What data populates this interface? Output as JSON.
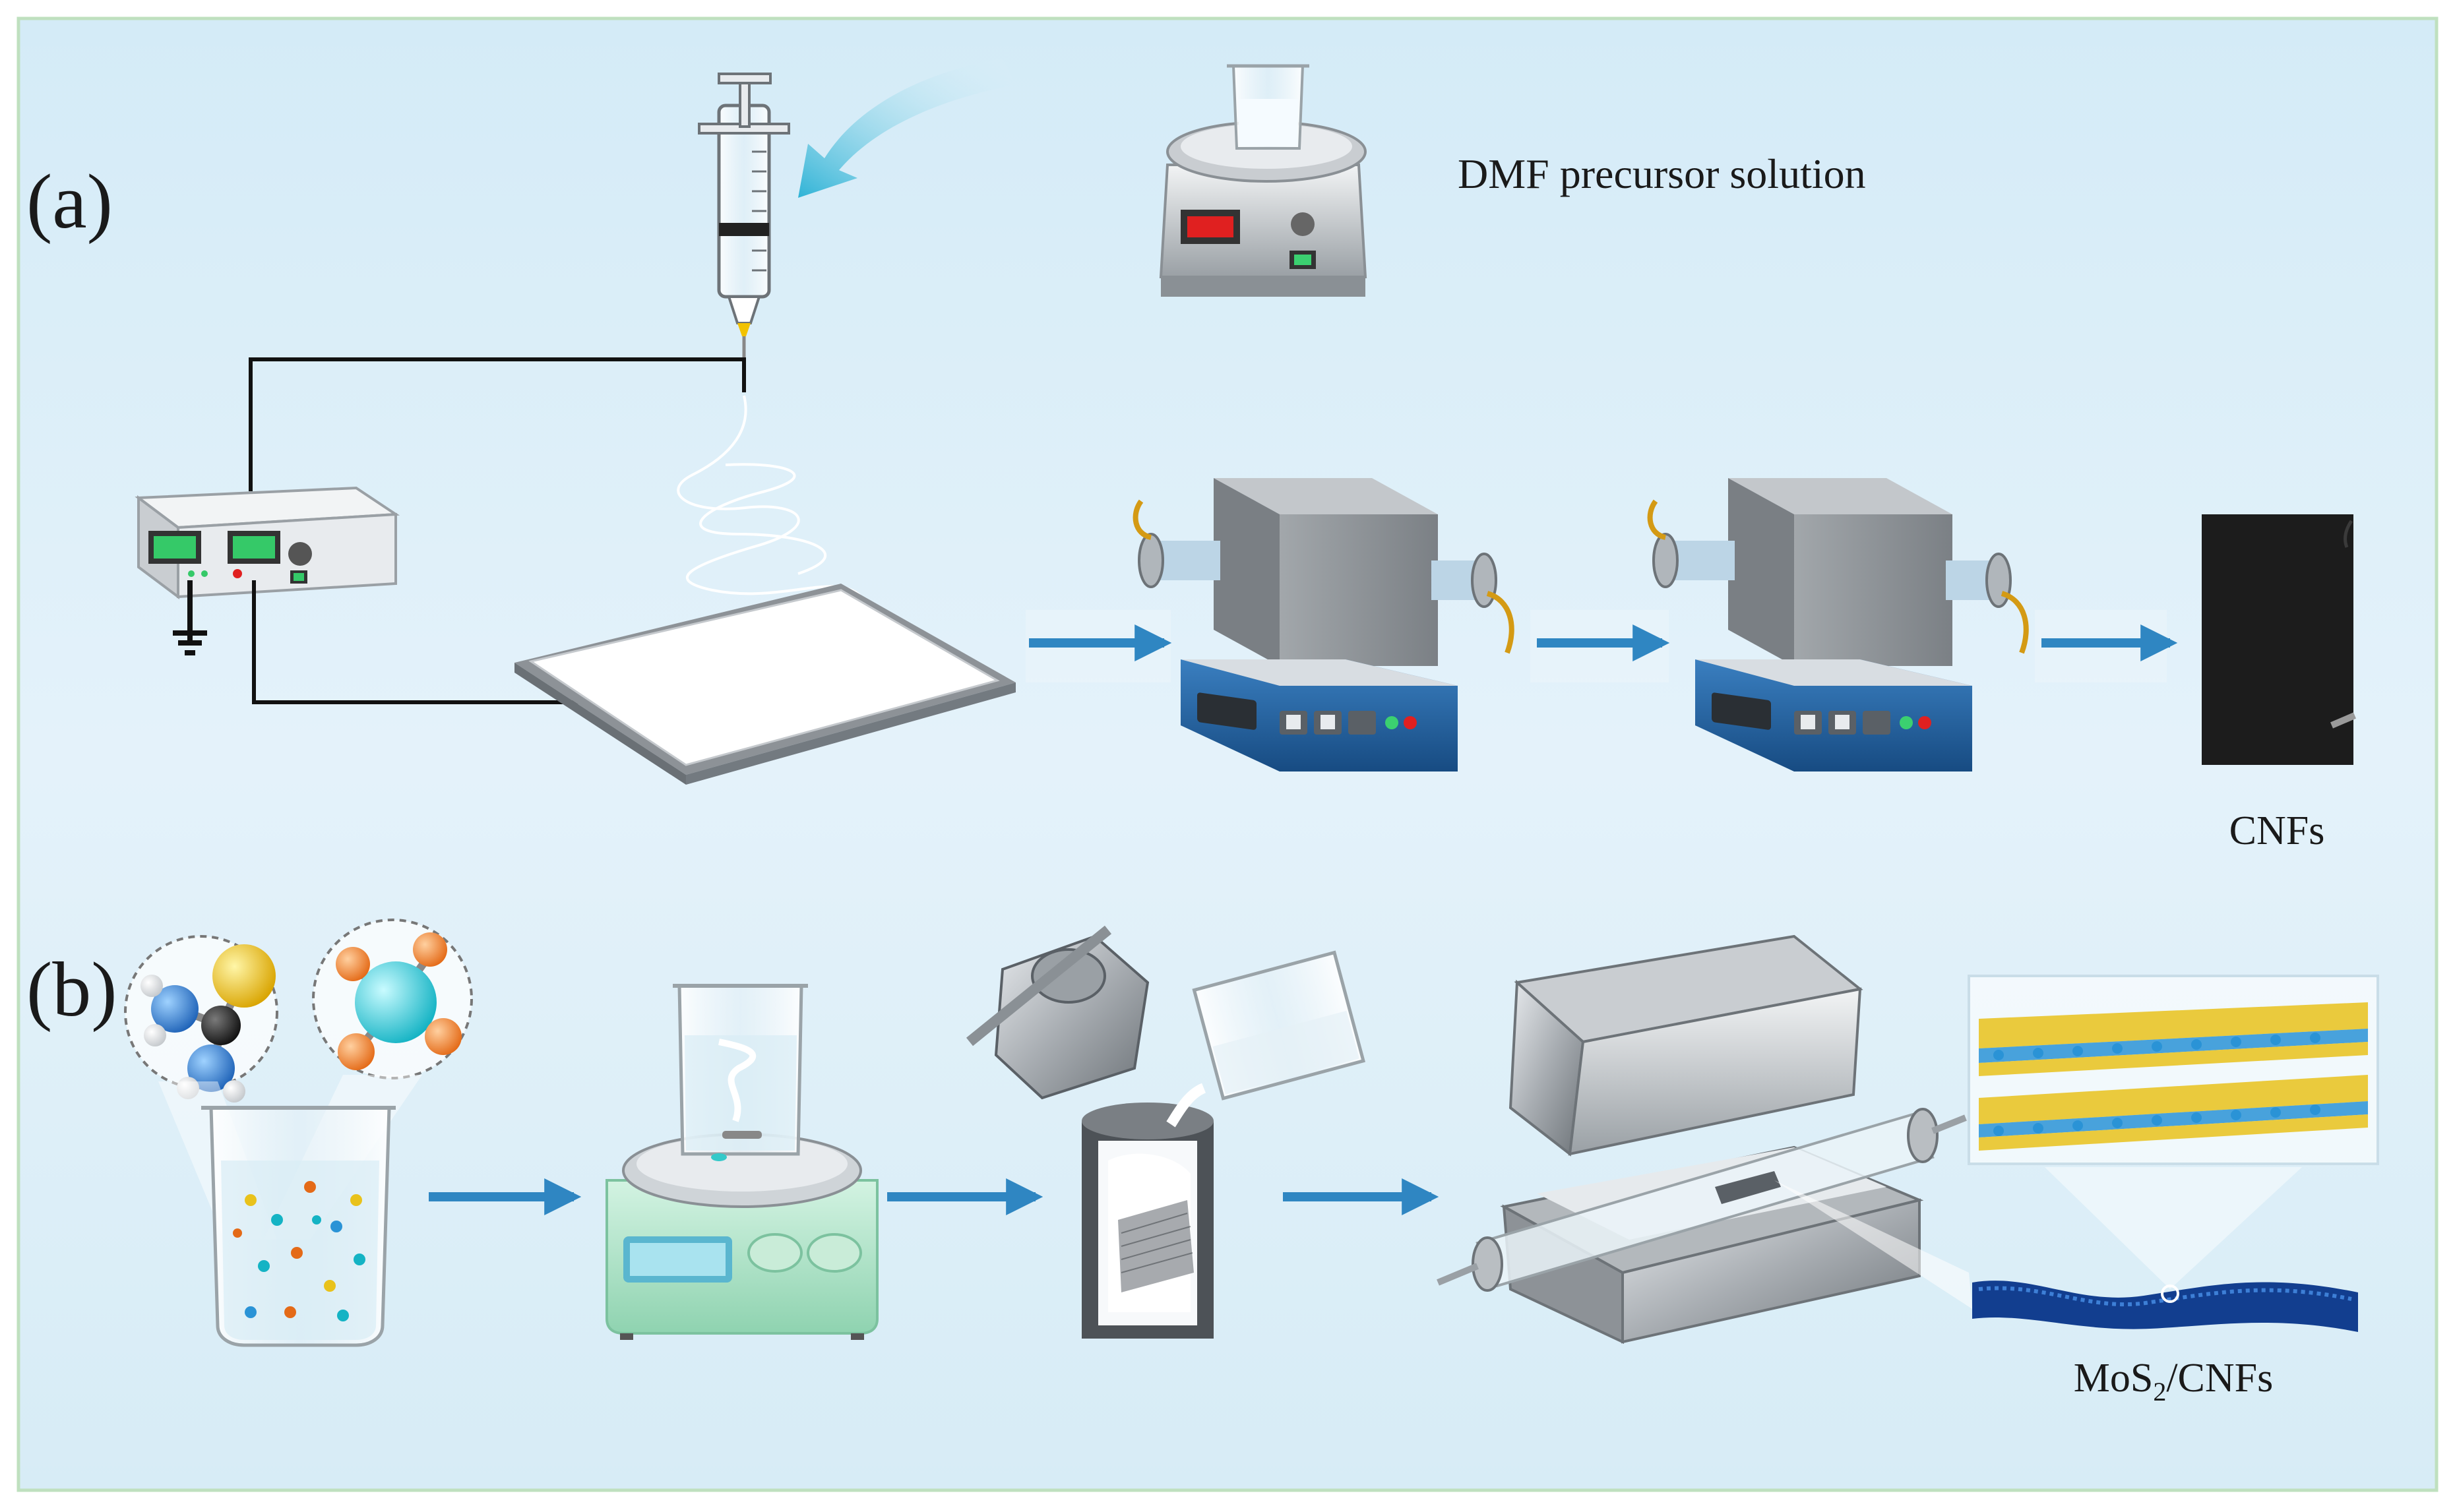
{
  "panel_a": {
    "label": "(a)",
    "precursor_label": "DMF precursor solution",
    "product_label": "CNFs"
  },
  "panel_b": {
    "label": "(b)",
    "product_label_main": "MoS",
    "product_label_sub": "2",
    "product_label_rest": "/CNFs"
  },
  "colors": {
    "background_top": "#d6ecf7",
    "background_bottom": "#e9f5fb",
    "border": "#bfe0bf",
    "arrow": "#2f86c2",
    "furnace_base": "#1f5fa0",
    "furnace_body": "#8f9498",
    "cnf_sample": "#1c1c1c",
    "mos2_yellow": "#e9c21b",
    "mos2_blue": "#2a93d6",
    "fiber": "#123e8f",
    "magnetic_stirrer": "#aee4c6"
  },
  "icons": [
    "syringe-icon",
    "balance-icon",
    "power-supply-icon",
    "ground-icon",
    "collector-plate-icon",
    "tube-furnace-icon",
    "beaker-icon",
    "stirrer-icon",
    "autoclave-icon",
    "split-furnace-icon",
    "molecule-icon",
    "mos2-layers-icon",
    "fiber-icon"
  ]
}
